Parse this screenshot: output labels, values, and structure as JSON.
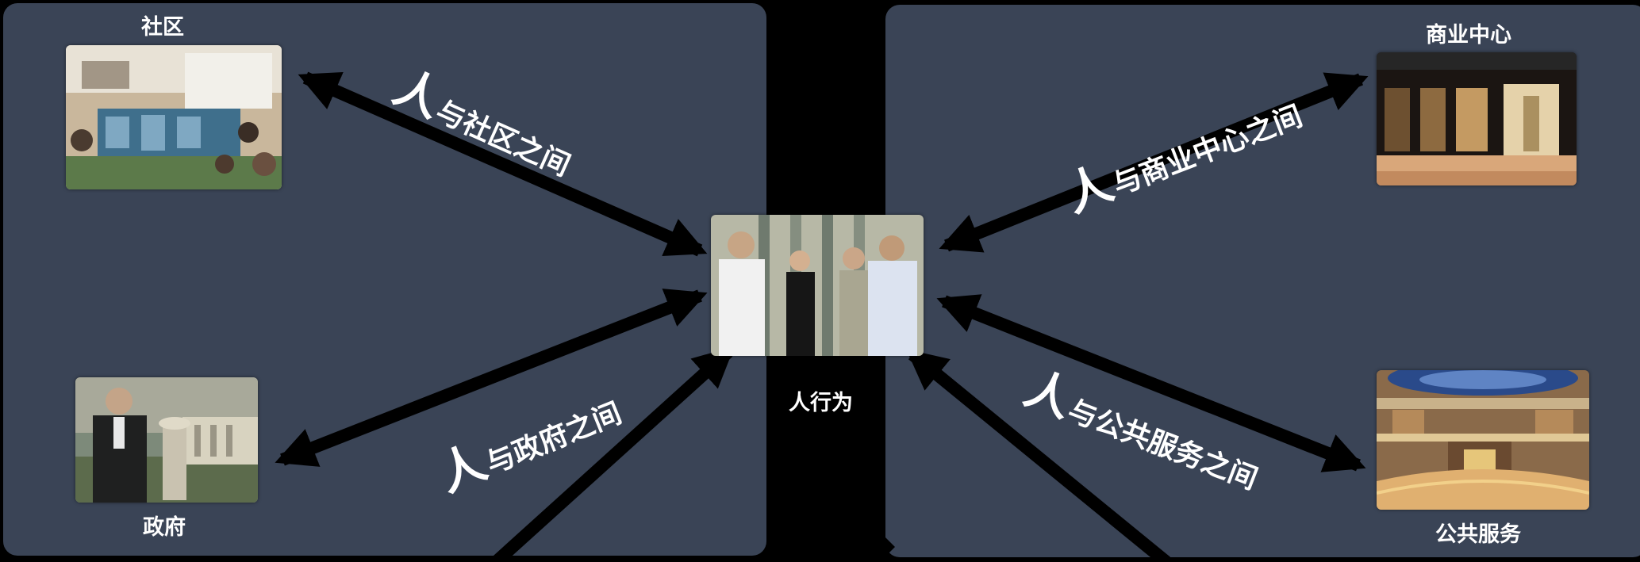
{
  "nodes": {
    "community": "社区",
    "government": "政府",
    "center": "人行为",
    "commercial": "商业中心",
    "public_service": "公共服务"
  },
  "relations": {
    "community": {
      "prefix": "人",
      "text": "与社区之间"
    },
    "government": {
      "prefix": "人",
      "text": "与政府之间"
    },
    "commercial": {
      "prefix": "人",
      "text": "与商业中心之间"
    },
    "public_service": {
      "prefix": "人",
      "text": "与公共服务之间"
    }
  },
  "colors": {
    "background": "#000000",
    "panel": "#3a4456",
    "arrow": "#000000",
    "text": "#ffffff"
  },
  "icons": [
    "community-photo",
    "government-photo",
    "people-photo",
    "commercial-photo",
    "public-service-photo"
  ]
}
